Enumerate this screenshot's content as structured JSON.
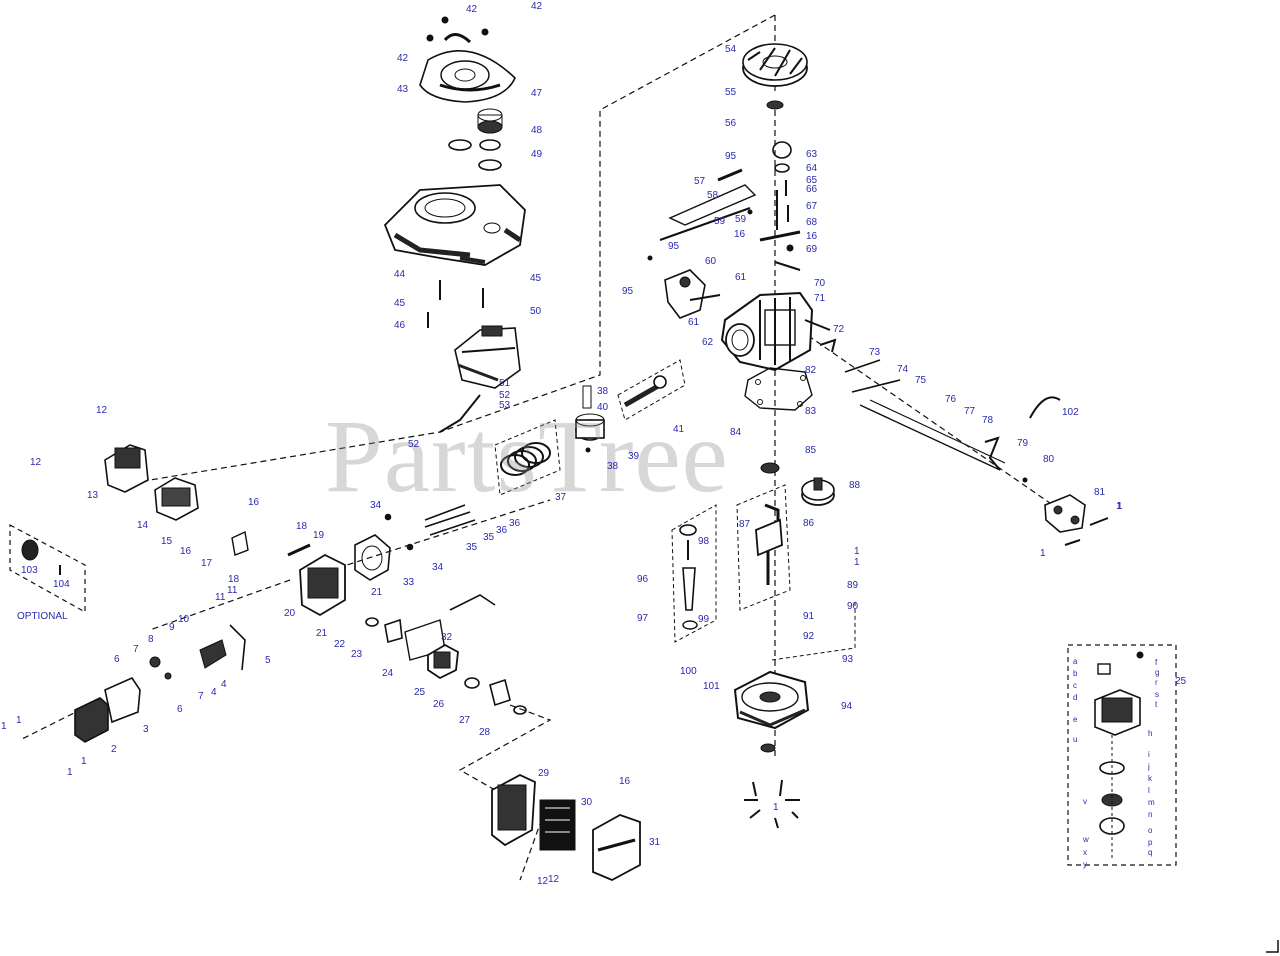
{
  "watermark": "PartsTree",
  "optional_label": "OPTIONAL",
  "colors": {
    "line": "#111111",
    "label": "#2a2ab0",
    "watermark": "#8c8c8c"
  },
  "callouts": [
    {
      "id": "c1",
      "text": "42"
    },
    {
      "id": "c2",
      "text": "42"
    },
    {
      "id": "c3",
      "text": "42"
    },
    {
      "id": "c4",
      "text": "43"
    },
    {
      "id": "c5",
      "text": "47"
    },
    {
      "id": "c6",
      "text": "48"
    },
    {
      "id": "c7",
      "text": "49"
    },
    {
      "id": "c8",
      "text": "44"
    },
    {
      "id": "c9",
      "text": "45"
    },
    {
      "id": "c10",
      "text": "45"
    },
    {
      "id": "c11",
      "text": "46"
    },
    {
      "id": "c12",
      "text": "50"
    },
    {
      "id": "c13",
      "text": "51"
    },
    {
      "id": "c14",
      "text": "52"
    },
    {
      "id": "c15",
      "text": "53"
    },
    {
      "id": "c16",
      "text": "52"
    },
    {
      "id": "c17",
      "text": "38"
    },
    {
      "id": "c18",
      "text": "40"
    },
    {
      "id": "c19",
      "text": "39"
    },
    {
      "id": "c20",
      "text": "38"
    },
    {
      "id": "c21",
      "text": "37"
    },
    {
      "id": "c22",
      "text": "41"
    },
    {
      "id": "c23",
      "text": "54"
    },
    {
      "id": "c24",
      "text": "55"
    },
    {
      "id": "c25",
      "text": "56"
    },
    {
      "id": "c26",
      "text": "63"
    },
    {
      "id": "c27",
      "text": "64"
    },
    {
      "id": "c28",
      "text": "65"
    },
    {
      "id": "c29",
      "text": "66"
    },
    {
      "id": "c30",
      "text": "67"
    },
    {
      "id": "c31",
      "text": "68"
    },
    {
      "id": "c32",
      "text": "16"
    },
    {
      "id": "c33",
      "text": "69"
    },
    {
      "id": "c34",
      "text": "70"
    },
    {
      "id": "c35",
      "text": "71"
    },
    {
      "id": "c36",
      "text": "95"
    },
    {
      "id": "c37",
      "text": "57"
    },
    {
      "id": "c38",
      "text": "58"
    },
    {
      "id": "c39",
      "text": "59"
    },
    {
      "id": "c40",
      "text": "59"
    },
    {
      "id": "c41",
      "text": "16"
    },
    {
      "id": "c42",
      "text": "95"
    },
    {
      "id": "c43",
      "text": "60"
    },
    {
      "id": "c44",
      "text": "95"
    },
    {
      "id": "c45",
      "text": "61"
    },
    {
      "id": "c46",
      "text": "61"
    },
    {
      "id": "c47",
      "text": "62"
    },
    {
      "id": "c48",
      "text": "72"
    },
    {
      "id": "c49",
      "text": "73"
    },
    {
      "id": "c50",
      "text": "74"
    },
    {
      "id": "c51",
      "text": "75"
    },
    {
      "id": "c52",
      "text": "76"
    },
    {
      "id": "c53",
      "text": "77"
    },
    {
      "id": "c54",
      "text": "78"
    },
    {
      "id": "c55",
      "text": "79"
    },
    {
      "id": "c56",
      "text": "80"
    },
    {
      "id": "c57",
      "text": "81"
    },
    {
      "id": "c58",
      "text": "1"
    },
    {
      "id": "c59",
      "text": "1"
    },
    {
      "id": "c60",
      "text": "102"
    },
    {
      "id": "c61",
      "text": "82"
    },
    {
      "id": "c62",
      "text": "83"
    },
    {
      "id": "c63",
      "text": "84"
    },
    {
      "id": "c64",
      "text": "85"
    },
    {
      "id": "c65",
      "text": "88"
    },
    {
      "id": "c66",
      "text": "87"
    },
    {
      "id": "c67",
      "text": "86"
    },
    {
      "id": "c68",
      "text": "98"
    },
    {
      "id": "c69",
      "text": "96"
    },
    {
      "id": "c70",
      "text": "97"
    },
    {
      "id": "c71",
      "text": "99"
    },
    {
      "id": "c72",
      "text": "1"
    },
    {
      "id": "c73",
      "text": "1"
    },
    {
      "id": "c74",
      "text": "89"
    },
    {
      "id": "c75",
      "text": "90"
    },
    {
      "id": "c76",
      "text": "91"
    },
    {
      "id": "c77",
      "text": "92"
    },
    {
      "id": "c78",
      "text": "93"
    },
    {
      "id": "c79",
      "text": "100"
    },
    {
      "id": "c80",
      "text": "101"
    },
    {
      "id": "c81",
      "text": "94"
    },
    {
      "id": "c82",
      "text": "1"
    },
    {
      "id": "c83",
      "text": "25"
    },
    {
      "id": "c84",
      "text": "12"
    },
    {
      "id": "c85",
      "text": "12"
    },
    {
      "id": "c86",
      "text": "13"
    },
    {
      "id": "c87",
      "text": "14"
    },
    {
      "id": "c88",
      "text": "15"
    },
    {
      "id": "c89",
      "text": "16"
    },
    {
      "id": "c90",
      "text": "16"
    },
    {
      "id": "c91",
      "text": "17"
    },
    {
      "id": "c92",
      "text": "18"
    },
    {
      "id": "c93",
      "text": "19"
    },
    {
      "id": "c94",
      "text": "18"
    },
    {
      "id": "c95",
      "text": "11"
    },
    {
      "id": "c96",
      "text": "11"
    },
    {
      "id": "c97",
      "text": "20"
    },
    {
      "id": "c98",
      "text": "21"
    },
    {
      "id": "c99",
      "text": "21"
    },
    {
      "id": "c100",
      "text": "22"
    },
    {
      "id": "c101",
      "text": "23"
    },
    {
      "id": "c102",
      "text": "34"
    },
    {
      "id": "c103",
      "text": "36"
    },
    {
      "id": "c104",
      "text": "36"
    },
    {
      "id": "c105",
      "text": "35"
    },
    {
      "id": "c106",
      "text": "35"
    },
    {
      "id": "c107",
      "text": "33"
    },
    {
      "id": "c108",
      "text": "34"
    },
    {
      "id": "c109",
      "text": "103"
    },
    {
      "id": "c110",
      "text": "104"
    },
    {
      "id": "c111",
      "text": "10"
    },
    {
      "id": "c112",
      "text": "9"
    },
    {
      "id": "c113",
      "text": "8"
    },
    {
      "id": "c114",
      "text": "7"
    },
    {
      "id": "c115",
      "text": "6"
    },
    {
      "id": "c116",
      "text": "5"
    },
    {
      "id": "c117",
      "text": "4"
    },
    {
      "id": "c118",
      "text": "4"
    },
    {
      "id": "c119",
      "text": "7"
    },
    {
      "id": "c120",
      "text": "6"
    },
    {
      "id": "c121",
      "text": "3"
    },
    {
      "id": "c122",
      "text": "2"
    },
    {
      "id": "c123",
      "text": "1"
    },
    {
      "id": "c124",
      "text": "1"
    },
    {
      "id": "c125",
      "text": "1"
    },
    {
      "id": "c126",
      "text": "1"
    },
    {
      "id": "c127",
      "text": "32"
    },
    {
      "id": "c128",
      "text": "24"
    },
    {
      "id": "c129",
      "text": "25"
    },
    {
      "id": "c130",
      "text": "26"
    },
    {
      "id": "c131",
      "text": "27"
    },
    {
      "id": "c132",
      "text": "28"
    },
    {
      "id": "c133",
      "text": "29"
    },
    {
      "id": "c134",
      "text": "16"
    },
    {
      "id": "c135",
      "text": "30"
    },
    {
      "id": "c136",
      "text": "31"
    },
    {
      "id": "c137",
      "text": "12"
    },
    {
      "id": "c138",
      "text": "12"
    },
    {
      "id": "c139",
      "text": "1"
    }
  ],
  "carb_callouts": [
    {
      "id": "k1",
      "text": "a"
    },
    {
      "id": "k2",
      "text": "b"
    },
    {
      "id": "k3",
      "text": "c"
    },
    {
      "id": "k4",
      "text": "d"
    },
    {
      "id": "k5",
      "text": "e"
    },
    {
      "id": "k6",
      "text": "f"
    },
    {
      "id": "k7",
      "text": "g"
    },
    {
      "id": "k8",
      "text": "h"
    },
    {
      "id": "k9",
      "text": "i"
    },
    {
      "id": "k10",
      "text": "j"
    },
    {
      "id": "k11",
      "text": "k"
    },
    {
      "id": "k12",
      "text": "l"
    },
    {
      "id": "k13",
      "text": "m"
    },
    {
      "id": "k14",
      "text": "n"
    },
    {
      "id": "k15",
      "text": "o"
    },
    {
      "id": "k16",
      "text": "p"
    },
    {
      "id": "k17",
      "text": "q"
    },
    {
      "id": "k18",
      "text": "r"
    },
    {
      "id": "k19",
      "text": "s"
    },
    {
      "id": "k20",
      "text": "t"
    },
    {
      "id": "k21",
      "text": "u"
    },
    {
      "id": "k22",
      "text": "v"
    },
    {
      "id": "k23",
      "text": "w"
    },
    {
      "id": "k24",
      "text": "x"
    },
    {
      "id": "k25",
      "text": "y"
    }
  ]
}
